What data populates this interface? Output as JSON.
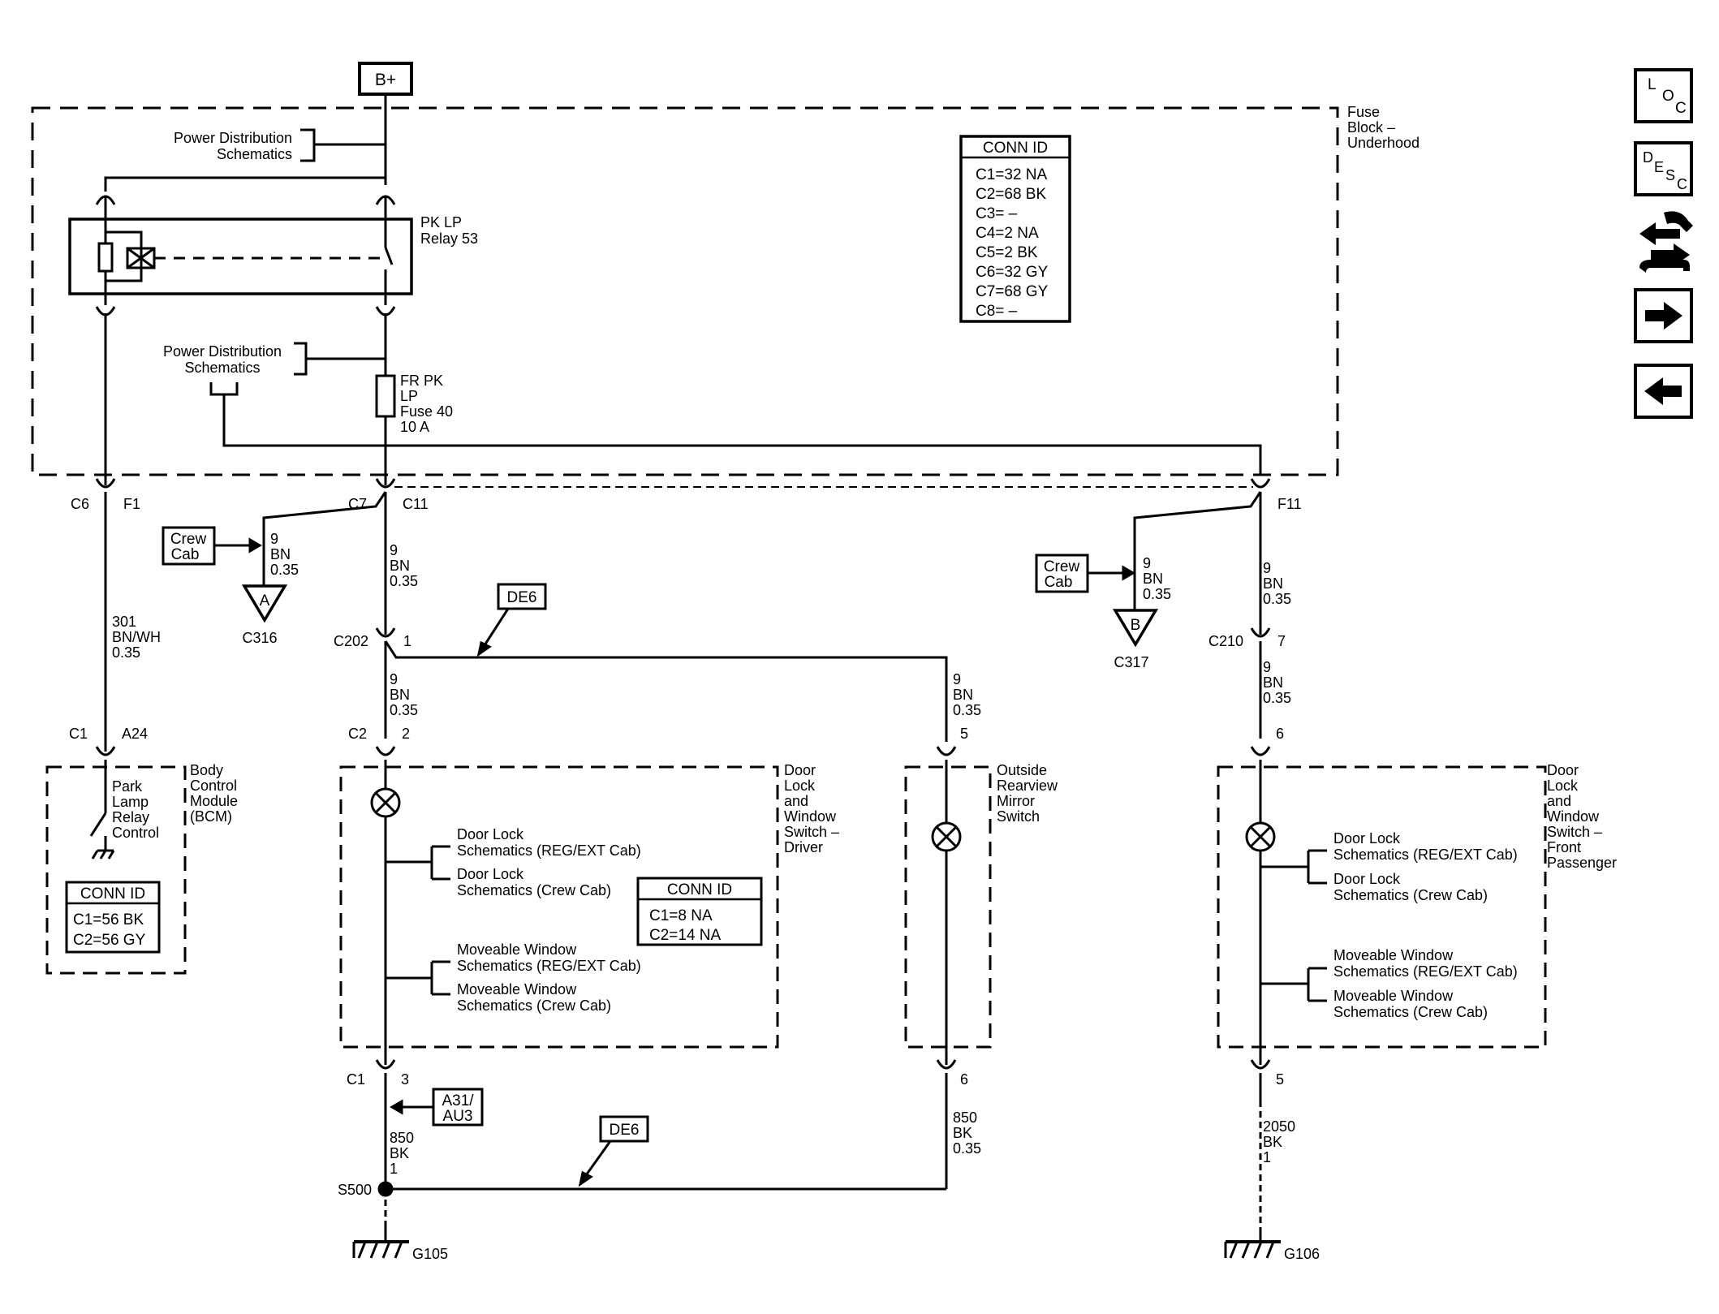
{
  "supply": {
    "label": "B+"
  },
  "fuse_block": {
    "name": [
      "Fuse",
      "Block –",
      "Underhood"
    ],
    "pdist_top": [
      "Power Distribution",
      "Schematics"
    ],
    "pdist_mid": [
      "Power Distribution",
      "Schematics"
    ],
    "relay": [
      "PK LP",
      "Relay 53"
    ],
    "fuse": [
      "FR PK",
      "LP",
      "Fuse 40",
      "10 A"
    ],
    "conn_id": {
      "title": "CONN ID",
      "items": [
        "C1=32 NA",
        "C2=68 BK",
        "C3= –",
        "C4=2 NA",
        "C5=2 BK",
        "C6=32 GY",
        "C7=68 GY",
        "C8= –"
      ]
    }
  },
  "connectors": {
    "c6_f1": [
      "C6",
      "F1"
    ],
    "c7_c11": [
      "C7",
      "C11"
    ],
    "f11": "F11",
    "c202_1": [
      "C202",
      "1"
    ],
    "c210_7": [
      "C210",
      "7"
    ],
    "c1_a24": [
      "C1",
      "A24"
    ],
    "c2_2": [
      "C2",
      "2"
    ],
    "mirror_5": "5",
    "pass_6": "6",
    "c1_3": [
      "C1",
      "3"
    ],
    "mirror_6": "6",
    "pass_5": "5"
  },
  "wires": {
    "w301": [
      "301",
      "BN/WH",
      "0.35"
    ],
    "w9a": [
      "9",
      "BN",
      "0.35"
    ],
    "w9b": [
      "9",
      "BN",
      "0.35"
    ],
    "w9c": [
      "9",
      "BN",
      "0.35"
    ],
    "w9d": [
      "9",
      "BN",
      "0.35"
    ],
    "w9e": [
      "9",
      "BN",
      "0.35"
    ],
    "w9f": [
      "9",
      "BN",
      "0.35"
    ],
    "w9g": [
      "9",
      "BN",
      "0.35"
    ],
    "w850a": [
      "850",
      "BK",
      "1"
    ],
    "w850b": [
      "850",
      "BK",
      "0.35"
    ],
    "w2050": [
      "2050",
      "BK",
      "1"
    ]
  },
  "options": {
    "crew_cab_1": [
      "Crew",
      "Cab"
    ],
    "crew_cab_2": [
      "Crew",
      "Cab"
    ],
    "de6_1": "DE6",
    "de6_2": "DE6",
    "a31": [
      "A31/",
      "AU3"
    ]
  },
  "refs": {
    "ref_a": "A",
    "c316": "C316",
    "ref_b": "B",
    "c317": "C317",
    "s500": "S500",
    "g105": "G105",
    "g106": "G106"
  },
  "bcm": {
    "name": [
      "Body",
      "Control",
      "Module",
      "(BCM)"
    ],
    "relay": [
      "Park",
      "Lamp",
      "Relay",
      "Control"
    ],
    "conn_id": {
      "title": "CONN ID",
      "items": [
        "C1=56 BK",
        "C2=56 GY"
      ]
    }
  },
  "driver_switch": {
    "name": [
      "Door",
      "Lock",
      "and",
      "Window",
      "Switch –",
      "Driver"
    ],
    "door_lock_reg": [
      "Door Lock",
      "Schematics (REG/EXT Cab)"
    ],
    "door_lock_crew": [
      "Door Lock",
      "Schematics (Crew Cab)"
    ],
    "window_reg": [
      "Moveable Window",
      "Schematics (REG/EXT Cab)"
    ],
    "window_crew": [
      "Moveable Window",
      "Schematics (Crew Cab)"
    ],
    "conn_id": {
      "title": "CONN ID",
      "items": [
        "C1=8 NA",
        "C2=14 NA"
      ]
    }
  },
  "mirror_switch": {
    "name": [
      "Outside",
      "Rearview",
      "Mirror",
      "Switch"
    ]
  },
  "passenger_switch": {
    "name": [
      "Door",
      "Lock",
      "and",
      "Window",
      "Switch –",
      "Front",
      "Passenger"
    ],
    "door_lock_reg": [
      "Door Lock",
      "Schematics (REG/EXT Cab)"
    ],
    "door_lock_crew": [
      "Door Lock",
      "Schematics (Crew Cab)"
    ],
    "window_reg": [
      "Moveable Window",
      "Schematics (REG/EXT Cab)"
    ],
    "window_crew": [
      "Moveable Window",
      "Schematics (Crew Cab)"
    ]
  },
  "nav": {
    "loc": [
      "L",
      "O",
      "C"
    ],
    "desc": [
      "D",
      "E",
      "S",
      "C"
    ]
  }
}
